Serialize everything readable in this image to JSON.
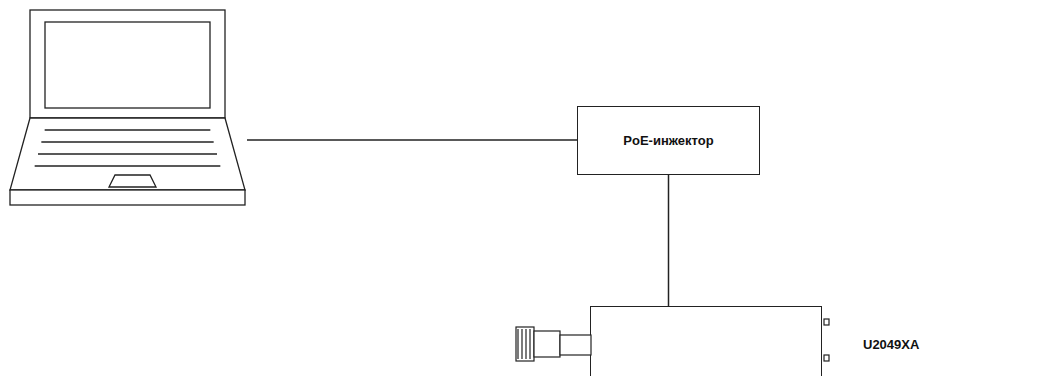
{
  "diagram": {
    "nodes": [
      {
        "text": [
          "PoE-инжектор"
        ]
      },
      {
        "text": [
          "U2049XA"
        ]
      }
    ],
    "edges": [
      {
        "from": 0,
        "to": 1,
        "arrow": "none"
      }
    ]
  }
}
